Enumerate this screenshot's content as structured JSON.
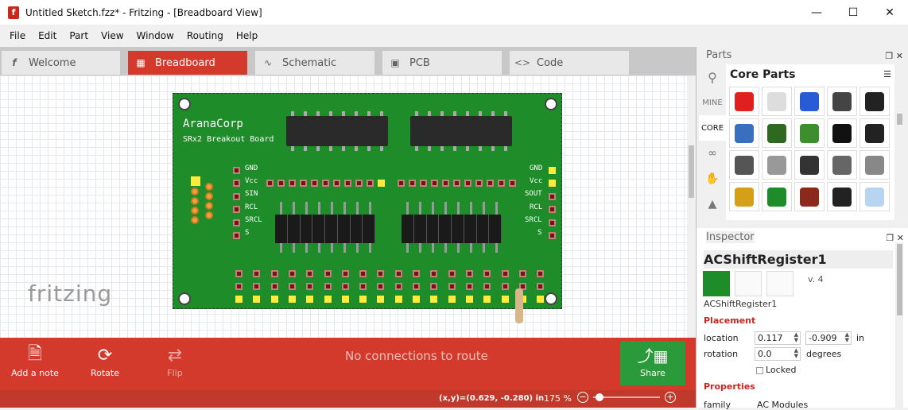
{
  "window": {
    "title": "Untitled Sketch.fzz* - Fritzing - [Breadboard View]",
    "app_icon": "f"
  },
  "menu": [
    "File",
    "Edit",
    "Part",
    "View",
    "Window",
    "Routing",
    "Help"
  ],
  "tabs": [
    {
      "label": "Welcome",
      "icon": "fritzing-icon"
    },
    {
      "label": "Breadboard",
      "icon": "breadboard-icon",
      "active": true
    },
    {
      "label": "Schematic",
      "icon": "schematic-icon"
    },
    {
      "label": "PCB",
      "icon": "pcb-icon"
    },
    {
      "label": "Code",
      "icon": "code-icon"
    }
  ],
  "canvas": {
    "logo": "fritzing",
    "board": {
      "brand": "AranaCorp",
      "subtitle": "SRx2 Breakout Board",
      "left_pins": [
        "GND",
        "Vcc",
        "SIN",
        "RCL",
        "SRCL",
        "S"
      ],
      "right_pins": [
        "GND",
        "Vcc",
        "SOUT",
        "RCL",
        "SRCL",
        "S"
      ],
      "color": "#1f8c2a"
    }
  },
  "toolbar": {
    "add_note": "Add a note",
    "rotate": "Rotate",
    "flip": "Flip",
    "status": "No connections to route",
    "share": "Share"
  },
  "statusbar": {
    "coords": "(x,y)=(0.629, -0.280) in",
    "zoom": "175 %",
    "zoom_minus": "−",
    "zoom_plus": "+",
    "zoom_level": 0.1
  },
  "parts": {
    "header": "Parts",
    "bins": [
      "MINE",
      "CORE"
    ],
    "active_bin": "CORE",
    "title": "Core Parts",
    "items": [
      {
        "name": "led",
        "color": "#e02020"
      },
      {
        "name": "light-bulb",
        "color": "#dddddd"
      },
      {
        "name": "rgb-led",
        "color": "#2a5bd7"
      },
      {
        "name": "star-led",
        "color": "#444444"
      },
      {
        "name": "seven-segment",
        "color": "#222222"
      },
      {
        "name": "led-matrix",
        "color": "#3a6fc0"
      },
      {
        "name": "lcd-display",
        "color": "#2d6a1f"
      },
      {
        "name": "lcd-screen",
        "color": "#3e8e2f"
      },
      {
        "name": "piezo",
        "color": "#111111"
      },
      {
        "name": "speaker",
        "color": "#222222"
      },
      {
        "name": "motor",
        "color": "#555555"
      },
      {
        "name": "dc-motor",
        "color": "#999999"
      },
      {
        "name": "servo-driver",
        "color": "#333333"
      },
      {
        "name": "servo",
        "color": "#666666"
      },
      {
        "name": "stepper",
        "color": "#888888"
      },
      {
        "name": "battery",
        "color": "#d4a017"
      },
      {
        "name": "pcb-module",
        "color": "#1f8c2a"
      },
      {
        "name": "sensor-board",
        "color": "#8b2a1a"
      },
      {
        "name": "chip",
        "color": "#222222"
      },
      {
        "name": "lcd-glass",
        "color": "#b7d4f0"
      }
    ]
  },
  "inspector": {
    "header": "Inspector",
    "title": "ACShiftRegister1",
    "version": "v. 4",
    "module": "ACShiftRegister1",
    "placement": "Placement",
    "location_label": "location",
    "loc_x": "0.117",
    "loc_y": "-0.909",
    "unit": "in",
    "rotation_label": "rotation",
    "rotation": "0.0",
    "rotation_unit": "degrees",
    "locked": "Locked",
    "properties": "Properties",
    "family_label": "family",
    "family": "AC Modules"
  }
}
